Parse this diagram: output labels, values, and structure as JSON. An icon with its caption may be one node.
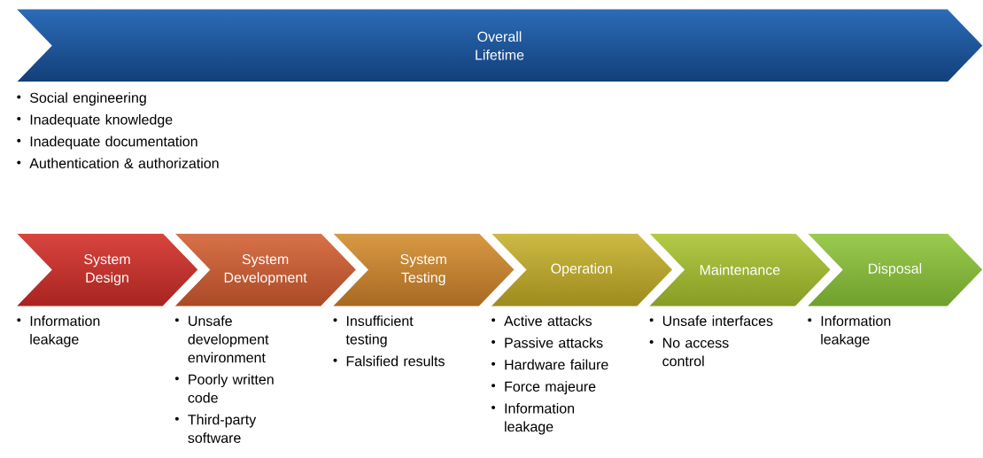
{
  "diagram": {
    "nodes": [
      {
        "text": [
          "Overall Lifetime"
        ],
        "beside": [
          "Social engineering",
          "Inadequate knowledge",
          "Inadequate documentation",
          "Authentication & authorization"
        ]
      },
      {
        "text": [
          "System Design"
        ],
        "beside": [
          "Information leakage"
        ]
      },
      {
        "text": [
          "System Development"
        ],
        "beside": [
          "Unsafe development environment",
          "Poorly written code",
          "Third-party software"
        ]
      },
      {
        "text": [
          "System Testing"
        ],
        "beside": [
          "Insufficient testing",
          "Falsified results"
        ]
      },
      {
        "text": [
          "Operation"
        ],
        "beside": [
          "Active attacks",
          "Passive attacks",
          "Hardware failure",
          "Force majeure",
          "Information leakage"
        ]
      },
      {
        "text": [
          "Maintenance"
        ],
        "beside": [
          "Unsafe interfaces",
          "No access control"
        ]
      },
      {
        "text": [
          "Disposal"
        ],
        "beside": [
          "Information leakage"
        ]
      }
    ]
  }
}
